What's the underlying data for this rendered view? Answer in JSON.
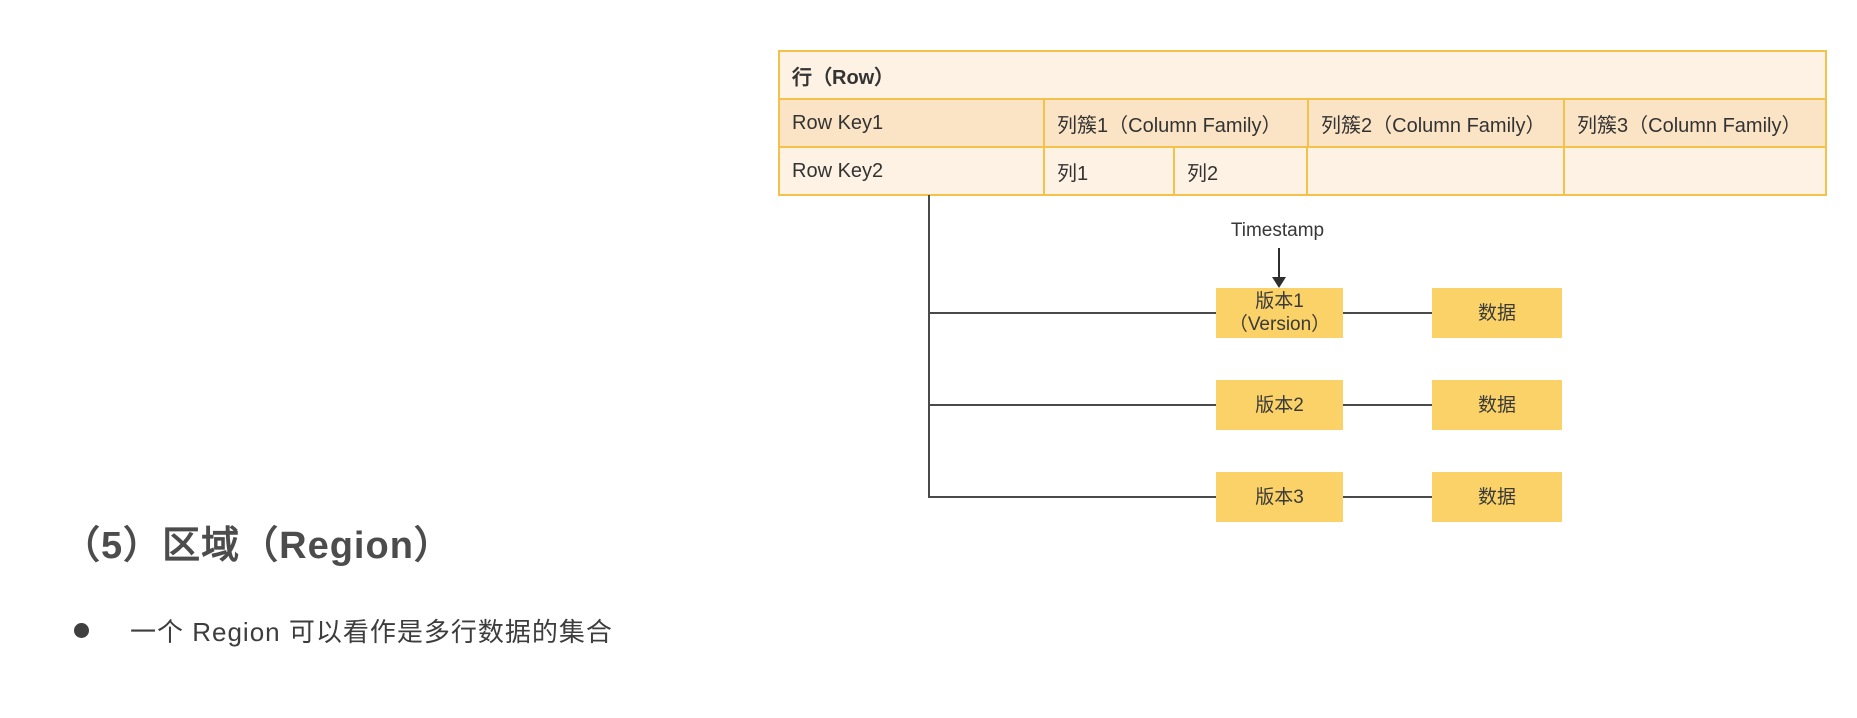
{
  "diagram": {
    "table": {
      "header_label": "行（Row）",
      "row_key1": "Row Key1",
      "row_key2": "Row Key2",
      "column_family1": "列簇1（Column Family）",
      "column_family2": "列簇2（Column Family）",
      "column_family3": "列簇3（Column Family）",
      "column1": "列1",
      "column2": "列2"
    },
    "timestamp_label": "Timestamp",
    "versions": [
      {
        "label": "版本1",
        "sublabel": "（Version）",
        "data_label": "数据"
      },
      {
        "label": "版本2",
        "sublabel": "",
        "data_label": "数据"
      },
      {
        "label": "版本3",
        "sublabel": "",
        "data_label": "数据"
      }
    ]
  },
  "section": {
    "heading": "（5）区域（Region）",
    "bullet_text": "一个 Region 可以看作是多行数据的集合"
  },
  "colors": {
    "table_border": "#f4c14b",
    "table_row_light_bg": "#fdf2e3",
    "table_row_accent_bg": "#fbe4c5",
    "node_fill": "#fad267",
    "connector_line": "#4a4a4a",
    "body_text": "#333333",
    "heading_text": "#4c4c4c",
    "page_background": "#ffffff"
  }
}
